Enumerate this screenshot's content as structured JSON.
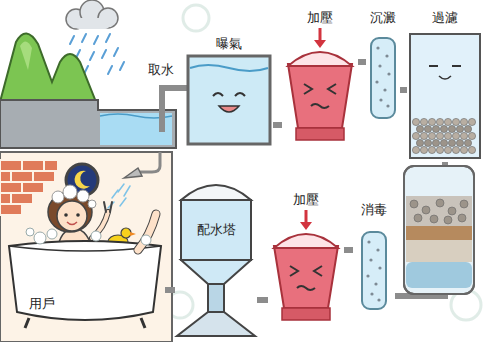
{
  "diagram": {
    "nodes": [
      {
        "text": [
          "曝氣"
        ]
      },
      {
        "text": [
          "加壓"
        ]
      },
      {
        "text": [
          "沉澱"
        ]
      },
      {
        "text": [
          "過濾"
        ]
      },
      {
        "text": [
          "消毒"
        ]
      },
      {
        "text": [
          "加壓"
        ]
      },
      {
        "text": [
          "配水塔"
        ]
      },
      {
        "text": [
          "用戶"
        ]
      }
    ],
    "edges": [
      {
        "from": 0,
        "to": 1,
        "arrow": "none"
      },
      {
        "from": 1,
        "to": 2,
        "arrow": "none"
      },
      {
        "from": 2,
        "to": 3,
        "arrow": "none"
      },
      {
        "from": 3,
        "to": 4,
        "arrow": "none"
      },
      {
        "from": 4,
        "to": 5,
        "arrow": "none"
      },
      {
        "from": 5,
        "to": 6,
        "arrow": "none"
      },
      {
        "from": 6,
        "to": 7,
        "arrow": "none"
      }
    ],
    "labels": [
      "取水"
    ]
  }
}
